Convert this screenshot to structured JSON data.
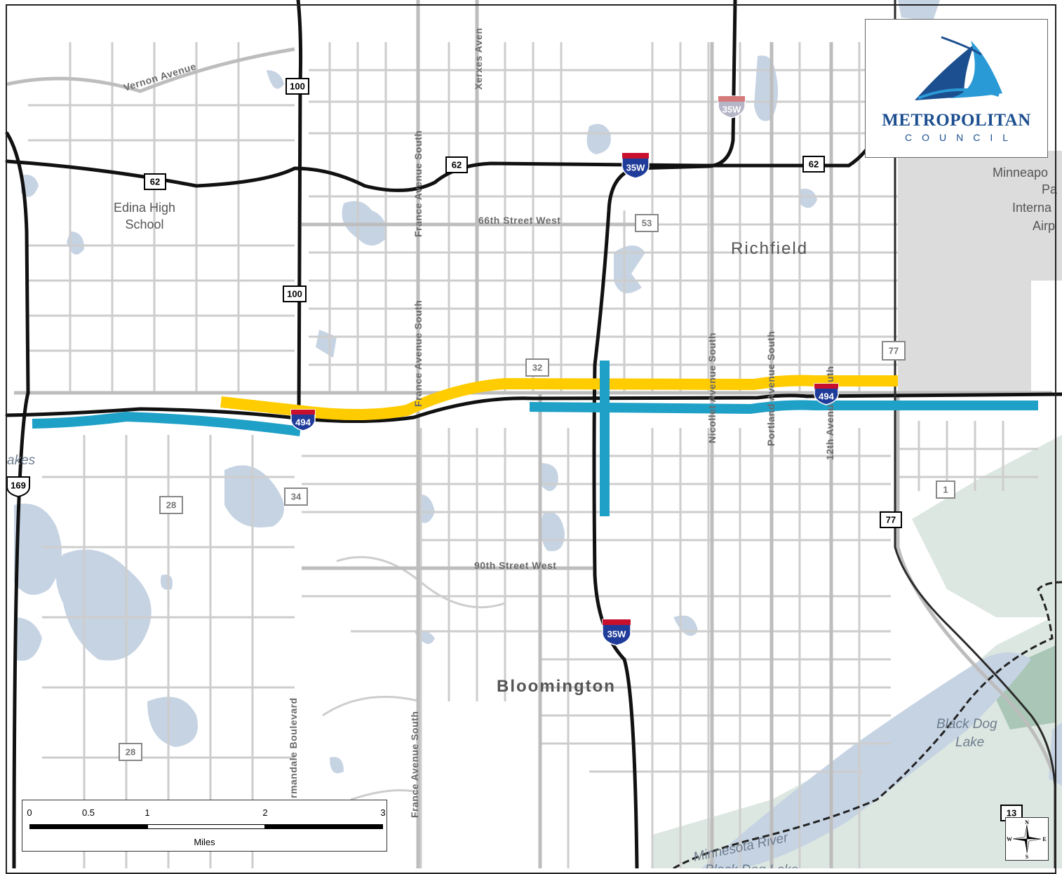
{
  "logo": {
    "name": "METROPOLITAN",
    "sub": "COUNCIL"
  },
  "places": {
    "richfield": "Richfield",
    "bloomington": "Bloomington",
    "edina_high_1": "Edina High",
    "edina_high_2": "School",
    "msp_1": "Minneapo",
    "msp_2": "Pa",
    "msp_3": "Interna",
    "msp_4": "Airp",
    "lakes": "akes",
    "black_dog_1": "Black Dog",
    "black_dog_2": "Lake",
    "river": "Minnesota River",
    "black_dog_bottom": "Black Dog Lake"
  },
  "streets": {
    "vernon": "Vernon Avenue",
    "xerxes": "Xerxes Aven",
    "france_north": "France Avenue South",
    "france_mid": "France Avenue South",
    "france_south": "France Avenue South",
    "street66": "66th Street West",
    "street90": "90th Street West",
    "normandale": "rmandale Boulevard",
    "nicollet": "Nicollet Avenue South",
    "portland": "Portland Avenue South",
    "twelfth": "12th Avenue South"
  },
  "shields": {
    "hwy100_north": "100",
    "hwy100_south": "100",
    "hwy62_west": "62",
    "hwy62_mid": "62",
    "hwy62_east": "62",
    "i35w_north_small": "35W",
    "i35w_north": "35W",
    "i35w_south": "35W",
    "i494_west": "494",
    "i494_east": "494",
    "us169": "169",
    "hwy77_north": "77",
    "hwy77_south": "77",
    "hwy13": "13",
    "co53": "53",
    "co32": "32",
    "co28_north": "28",
    "co28_south": "28",
    "co34": "34",
    "co1": "1"
  },
  "scale": {
    "ticks": [
      "0",
      "0.5",
      "1",
      "2",
      "3"
    ],
    "unit": "Miles"
  },
  "compass": {
    "n": "N",
    "s": "S",
    "e": "E",
    "w": "W"
  },
  "colors": {
    "background": "#ffffff",
    "water": "#c6d3e3",
    "park": "#dde7e1",
    "park_dark": "#a9c6b6",
    "local_road": "#cdcdcd",
    "arterial": "#bdbdbd",
    "freeway": "#111111",
    "segment_yellow": "#ffcc00",
    "segment_blue": "#1fa0c7",
    "airport": "#dcdcdc",
    "logo_blue": "#1c4f8f"
  }
}
